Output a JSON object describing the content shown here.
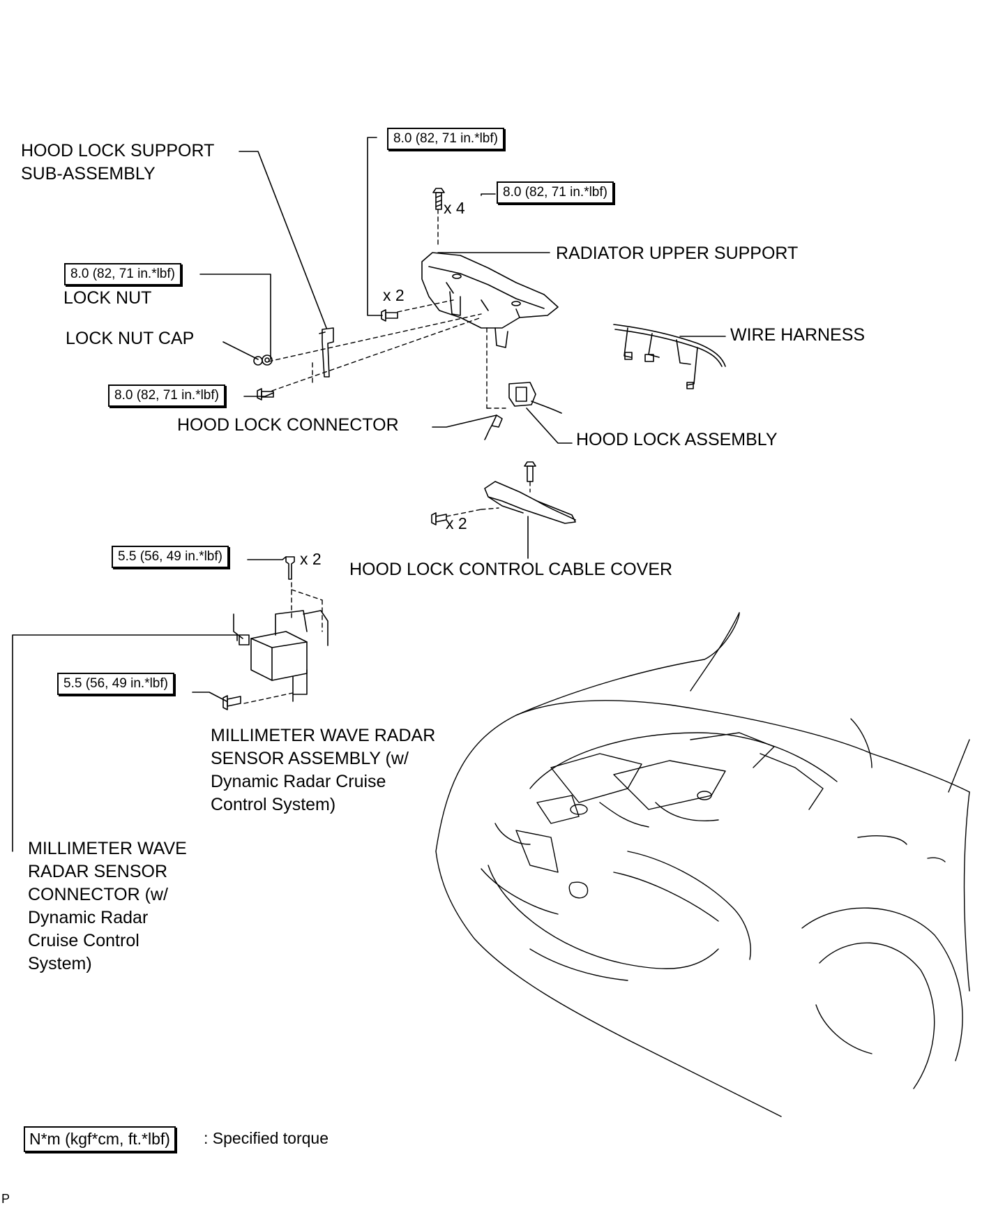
{
  "labels": {
    "hood_lock_support": "HOOD LOCK SUPPORT\nSUB-ASSEMBLY",
    "lock_nut": "LOCK NUT",
    "lock_nut_cap": "LOCK NUT CAP",
    "radiator_upper_support": "RADIATOR UPPER SUPPORT",
    "wire_harness": "WIRE HARNESS",
    "hood_lock_connector": "HOOD LOCK CONNECTOR",
    "hood_lock_assembly": "HOOD LOCK ASSEMBLY",
    "hood_lock_control_cable_cover": "HOOD LOCK CONTROL CABLE COVER",
    "radar_sensor_assembly": "MILLIMETER WAVE RADAR\nSENSOR ASSEMBLY (w/\nDynamic Radar Cruise\nControl System)",
    "radar_sensor_connector": "MILLIMETER WAVE\nRADAR SENSOR\nCONNECTOR (w/\nDynamic Radar\nCruise Control\nSystem)"
  },
  "torques": {
    "support_bolt": "8.0 (82, 71 in.*lbf)",
    "upper_bolts": "8.0 (82, 71 in.*lbf)",
    "lock_nut": "8.0 (82, 71 in.*lbf)",
    "support_lower_bolt": "8.0 (82, 71 in.*lbf)",
    "radar_upper": "5.5 (56, 49 in.*lbf)",
    "radar_lower": "5.5 (56, 49 in.*lbf)"
  },
  "quantities": {
    "upper_bolts": "x 4",
    "side_bolts": "x 2",
    "cable_cover_bolts": "x 2",
    "radar_bolts": "x 2"
  },
  "legend": {
    "unit": "N*m (kgf*cm, ft.*lbf)",
    "description": ": Specified torque"
  },
  "corner_mark": "P"
}
